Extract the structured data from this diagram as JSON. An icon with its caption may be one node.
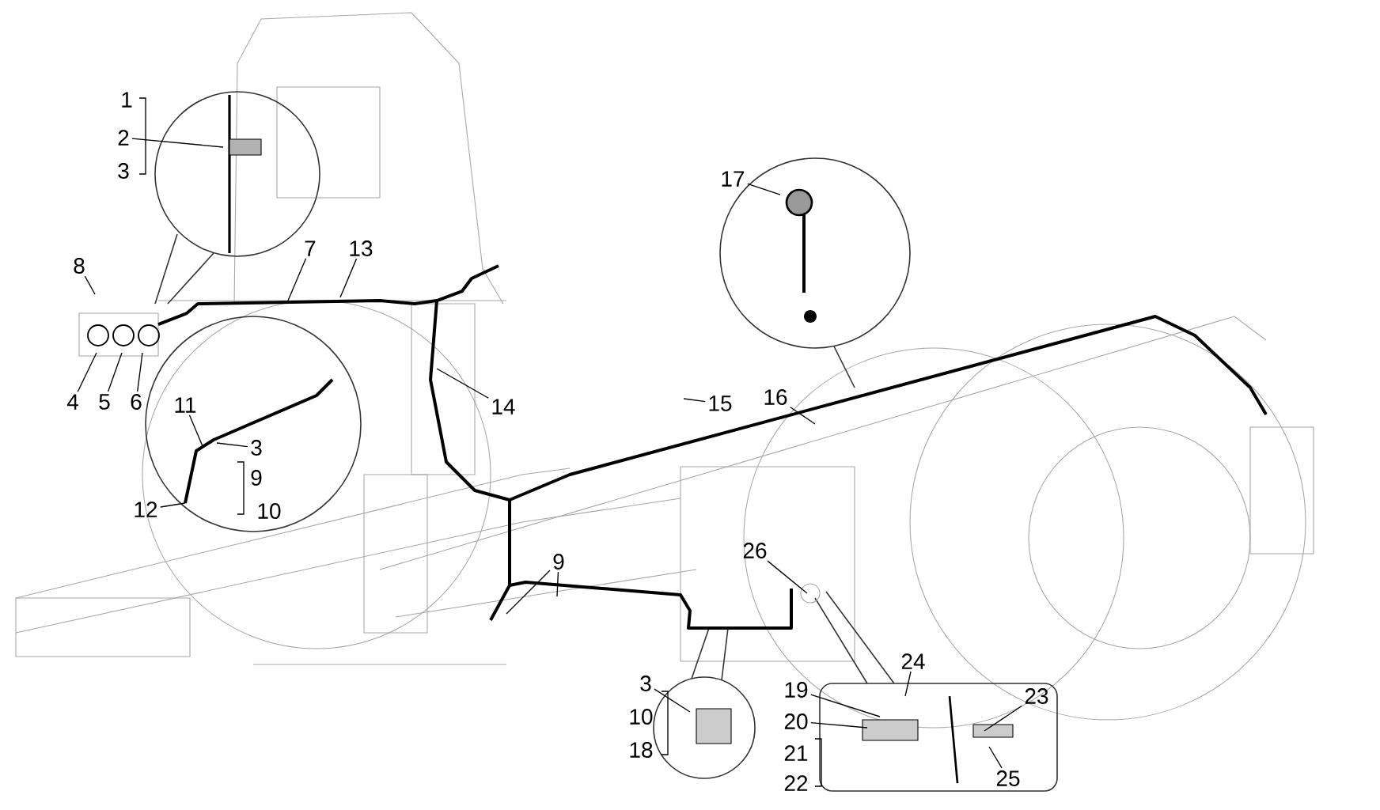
{
  "diagram": {
    "nodes": [
      {
        "text": [
          "1"
        ]
      },
      {
        "text": [
          "2"
        ]
      },
      {
        "text": [
          "3"
        ]
      },
      {
        "text": [
          "8"
        ]
      },
      {
        "text": [
          "4"
        ]
      },
      {
        "text": [
          "5"
        ]
      },
      {
        "text": [
          "6"
        ]
      },
      {
        "text": [
          "7"
        ]
      },
      {
        "text": [
          "13"
        ]
      },
      {
        "text": [
          "11"
        ]
      },
      {
        "text": [
          "3"
        ]
      },
      {
        "text": [
          "9"
        ]
      },
      {
        "text": [
          "10"
        ]
      },
      {
        "text": [
          "12"
        ]
      },
      {
        "text": [
          "14"
        ]
      },
      {
        "text": [
          "15"
        ]
      },
      {
        "text": [
          "16"
        ]
      },
      {
        "text": [
          "17"
        ]
      },
      {
        "text": [
          "9"
        ]
      },
      {
        "text": [
          "26"
        ]
      },
      {
        "text": [
          "3"
        ]
      },
      {
        "text": [
          "10"
        ]
      },
      {
        "text": [
          "18"
        ]
      },
      {
        "text": [
          "24"
        ]
      },
      {
        "text": [
          "19"
        ]
      },
      {
        "text": [
          "20"
        ]
      },
      {
        "text": [
          "21"
        ]
      },
      {
        "text": [
          "22"
        ]
      },
      {
        "text": [
          "23"
        ]
      },
      {
        "text": [
          "25"
        ]
      }
    ],
    "edges": [
      {
        "from": 1,
        "to": null,
        "arrow": "none"
      },
      {
        "from": 3,
        "to": null,
        "arrow": "none"
      },
      {
        "from": 4,
        "to": null,
        "arrow": "none"
      },
      {
        "from": 5,
        "to": null,
        "arrow": "none"
      },
      {
        "from": 6,
        "to": null,
        "arrow": "none"
      },
      {
        "from": 7,
        "to": null,
        "arrow": "none"
      },
      {
        "from": 8,
        "to": null,
        "arrow": "none"
      },
      {
        "from": 9,
        "to": null,
        "arrow": "none"
      },
      {
        "from": 10,
        "to": null,
        "arrow": "none"
      },
      {
        "from": 13,
        "to": null,
        "arrow": "none"
      },
      {
        "from": 14,
        "to": null,
        "arrow": "none"
      },
      {
        "from": 15,
        "to": null,
        "arrow": "none"
      },
      {
        "from": 16,
        "to": null,
        "arrow": "none"
      },
      {
        "from": 17,
        "to": null,
        "arrow": "none"
      },
      {
        "from": 18,
        "to": null,
        "arrow": "none"
      },
      {
        "from": 18,
        "to": null,
        "arrow": "none"
      },
      {
        "from": 19,
        "to": null,
        "arrow": "none"
      },
      {
        "from": 20,
        "to": null,
        "arrow": "none"
      },
      {
        "from": 23,
        "to": null,
        "arrow": "none"
      },
      {
        "from": 24,
        "to": null,
        "arrow": "none"
      },
      {
        "from": 25,
        "to": null,
        "arrow": "none"
      },
      {
        "from": 28,
        "to": null,
        "arrow": "none"
      },
      {
        "from": 29,
        "to": null,
        "arrow": "none"
      }
    ]
  }
}
